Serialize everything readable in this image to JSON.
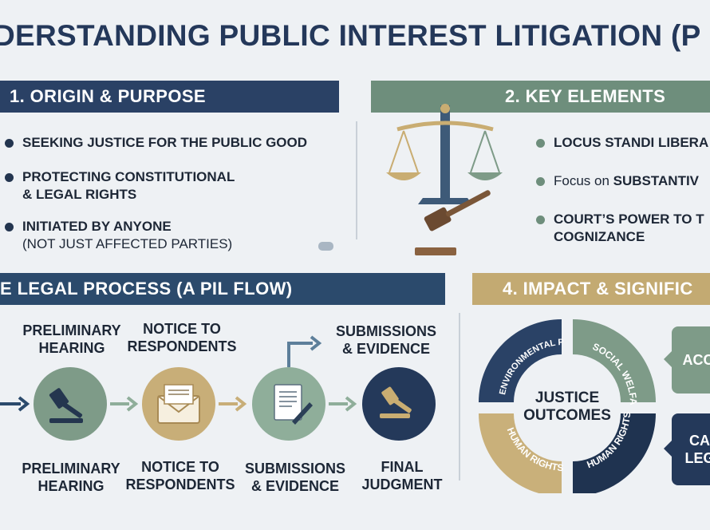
{
  "title": "DERSTANDING PUBLIC INTEREST LITIGATION (P",
  "section1": {
    "header": "1. ORIGIN & PURPOSE",
    "bullets": [
      {
        "line1": "SEEKING JUSTICE FOR THE PUBLIC GOOD"
      },
      {
        "line1": "PROTECTING CONSTITUTIONAL",
        "line2": "& LEGAL RIGHTS"
      },
      {
        "line1": "INITIATED BY ANYONE",
        "line2": "(NOT JUST AFFECTED PARTIES)"
      }
    ]
  },
  "section2": {
    "header": "2. KEY ELEMENTS",
    "bullets": [
      {
        "line1": "LOCUS STANDI LIBERA"
      },
      {
        "prefix": "Focus on ",
        "line1": "SUBSTANTIV"
      },
      {
        "line1": "COURT’S POWER TO T",
        "line2": "COGNIZANCE"
      }
    ],
    "icons": [
      "scales-icon",
      "gavel-icon"
    ]
  },
  "section3": {
    "header": "E LEGAL PROCESS (A PIL FLOW)",
    "top_labels": [
      {
        "line1": "PRELIMINARY",
        "line2": "HEARING"
      },
      {
        "line1": "NOTICE TO",
        "line2": "RESPONDENTS"
      },
      {
        "line1": "SUBMISSIONS",
        "line2": "& EVIDENCE"
      }
    ],
    "bottom_labels": [
      {
        "line1": "PRELIMINARY",
        "line2": "HEARING"
      },
      {
        "line1": "NOTICE TO",
        "line2": "RESPONDENTS"
      },
      {
        "line1": "SUBMISSIONS",
        "line2": "& EVIDENCE"
      },
      {
        "line1": "FINAL",
        "line2": "JUDGMENT"
      }
    ],
    "colors": [
      "#7e9b88",
      "#c8ae78",
      "#8fae9a",
      "#24395a"
    ]
  },
  "section4": {
    "header": "4. IMPACT & SIGNIFIC",
    "center_line1": "JUSTICE",
    "center_line2": "OUTCOMES",
    "segments": [
      "ENVIRONMENTAL PROTECTION",
      "SOCIAL WELFARE",
      "HUMAN RIGHTS",
      "HUMAN RIGHTS"
    ],
    "cards": [
      {
        "label": "ACC"
      },
      {
        "line1": "CA",
        "line2": "LEG"
      }
    ],
    "colors": {
      "navy": "#2a4266",
      "green": "#7e9b88",
      "gold": "#c9b07a",
      "dark": "#1f3350"
    }
  }
}
